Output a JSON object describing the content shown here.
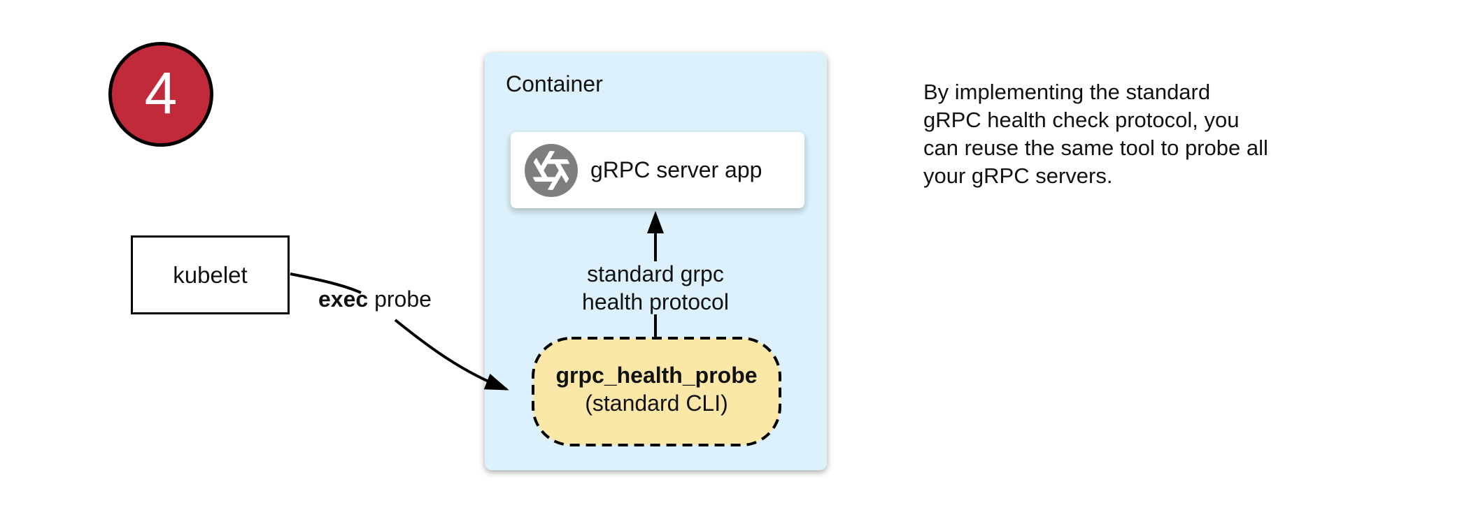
{
  "badge": {
    "number": "4"
  },
  "kubelet": {
    "label": "kubelet"
  },
  "exec_edge": {
    "label_bold": "exec",
    "label_rest": " probe"
  },
  "container": {
    "label": "Container"
  },
  "server_app": {
    "label": "gRPC server app",
    "icon": "aperture-icon"
  },
  "protocol_edge": {
    "line1": "standard grpc",
    "line2": "health protocol"
  },
  "probe_pill": {
    "title": "grpc_health_probe",
    "subtitle": "(standard CLI)"
  },
  "note": {
    "lines": [
      "By implementing the standard",
      "gRPC health check protocol, you",
      "can reuse the same tool to probe all",
      "your gRPC servers."
    ]
  },
  "colors": {
    "badge_fill": "#C12A3B",
    "container_fill": "#DCF1FB",
    "pill_fill": "#FBE8A9",
    "icon_gray": "#7E7E7E",
    "stroke": "#000000"
  }
}
